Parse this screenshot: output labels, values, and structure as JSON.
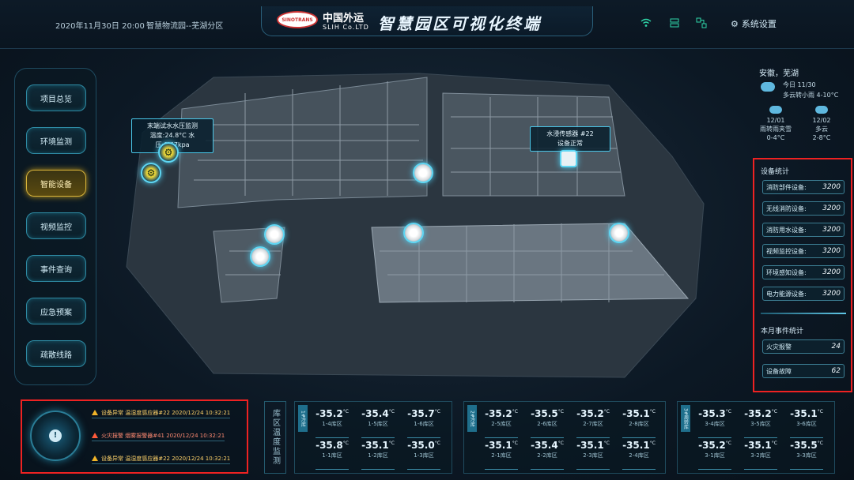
{
  "header": {
    "datetime": "2020年11月30日 20:00",
    "park": "智慧物流园--芜湖分区",
    "logo_text": "SINOTRANS",
    "brand": "中国外运",
    "brand_sub": "SLIH Co.LTD",
    "title": "智慧园区可视化终端",
    "icons": [
      "wifi-icon",
      "server-icon",
      "network-icon"
    ],
    "settings_label": "系统设置"
  },
  "nav": {
    "items": [
      {
        "label": "项目总览",
        "active": false
      },
      {
        "label": "环境监测",
        "active": false
      },
      {
        "label": "智能设备",
        "active": true
      },
      {
        "label": "视频监控",
        "active": false
      },
      {
        "label": "事件查询",
        "active": false
      },
      {
        "label": "应急预案",
        "active": false
      },
      {
        "label": "疏散线路",
        "active": false
      }
    ]
  },
  "map": {
    "callout1": {
      "title": "末端试水水压监测",
      "detail": "温度:24.8°C  水压:0.67kpa"
    },
    "callout2": {
      "title": "水浸传感器 #22",
      "detail": "设备正常"
    }
  },
  "weather": {
    "city": "安徽，芜湖",
    "today_date": "今日 11/30",
    "today_desc": "多云转小雨 4-10°C",
    "forecast": [
      {
        "date": "12/01",
        "desc": "雨转雨夹雪",
        "temp": "0-4°C"
      },
      {
        "date": "12/02",
        "desc": "多云",
        "temp": "2-8°C"
      }
    ]
  },
  "device_stats": {
    "heading": "设备统计",
    "rows": [
      {
        "label": "消防部件设备:",
        "value": "3200"
      },
      {
        "label": "无线消防设备:",
        "value": "3200"
      },
      {
        "label": "消防用水设备:",
        "value": "3200"
      },
      {
        "label": "视频监控设备:",
        "value": "3200"
      },
      {
        "label": "环境感知设备:",
        "value": "3200"
      },
      {
        "label": "电力能源设备:",
        "value": "3200"
      }
    ]
  },
  "event_stats": {
    "heading": "本月事件统计",
    "rows": [
      {
        "label": "火灾报警",
        "value": "24"
      },
      {
        "label": "设备故障",
        "value": "62"
      }
    ]
  },
  "alerts": [
    {
      "text": "设备异常 温湿度感应器#22 2020/12/24 10:32:21",
      "type": "warn"
    },
    {
      "text": "火灾报警 烟雾报警器#41 2020/12/24 10:32:21",
      "type": "fire"
    },
    {
      "text": "设备异常 温湿度感应器#22 2020/12/24 10:32:21",
      "type": "warn"
    }
  ],
  "temperature": {
    "title": "库区温度监测",
    "unit": "°C",
    "groups": [
      {
        "tag": "1#冷库",
        "cells": [
          {
            "t": "-35.2",
            "n": "1-4库区"
          },
          {
            "t": "-35.4",
            "n": "1-5库区"
          },
          {
            "t": "-35.7",
            "n": "1-6库区"
          },
          {
            "t": "-35.8",
            "n": "1-1库区"
          },
          {
            "t": "-35.1",
            "n": "1-2库区"
          },
          {
            "t": "-35.0",
            "n": "1-3库区"
          }
        ]
      },
      {
        "tag": "2#冷库",
        "cells": [
          {
            "t": "-35.2",
            "n": "2-5库区"
          },
          {
            "t": "-35.5",
            "n": "2-6库区"
          },
          {
            "t": "-35.2",
            "n": "2-7库区"
          },
          {
            "t": "-35.1",
            "n": "2-8库区"
          },
          {
            "t": "-35.1",
            "n": "2-1库区"
          },
          {
            "t": "-35.4",
            "n": "2-2库区"
          },
          {
            "t": "-35.1",
            "n": "2-3库区"
          },
          {
            "t": "-35.1",
            "n": "2-4库区"
          }
        ]
      },
      {
        "tag": "3#周转库",
        "cells": [
          {
            "t": "-35.3",
            "n": "3-4库区"
          },
          {
            "t": "-35.2",
            "n": "3-5库区"
          },
          {
            "t": "-35.1",
            "n": "3-6库区"
          },
          {
            "t": "-35.2",
            "n": "3-1库区"
          },
          {
            "t": "-35.1",
            "n": "3-2库区"
          },
          {
            "t": "-35.5",
            "n": "3-3库区"
          }
        ]
      }
    ]
  }
}
